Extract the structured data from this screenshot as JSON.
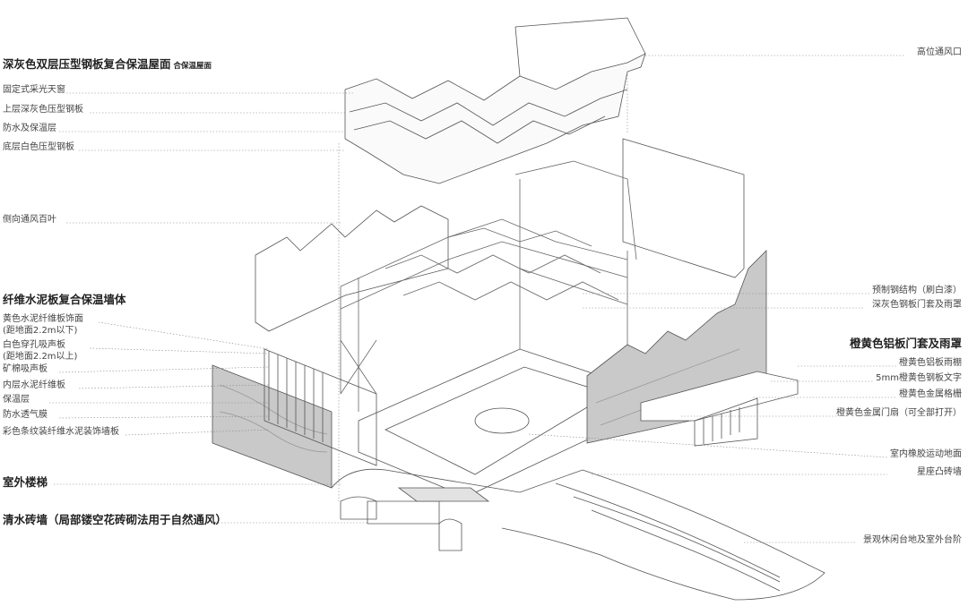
{
  "title": "Exploded axonometric diagram",
  "left_labels": {
    "roof_title": "深灰色双层压型钢板复合保温屋面",
    "roof_title_suffix": "合保温屋面",
    "skylight": "固定式采光天窗",
    "upper_steel": "上层深灰色压型钢板",
    "waterproof_insulation": "防水及保温层",
    "lower_steel": "底层白色压型钢板",
    "louver": "侧向通风百叶",
    "wall_title": "纤维水泥板复合保温墙体",
    "yellow_board": "黄色水泥纤维板饰面",
    "yellow_board_note": "(距地面2.2m以下)",
    "perforated_board": "白色穿孔吸声板",
    "perforated_board_note": "(距地面2.2m以上)",
    "mineral_wool": "矿棉吸声板",
    "inner_board": "内层水泥纤维板",
    "insulation": "保温层",
    "membrane": "防水透气膜",
    "deco_panel": "彩色条纹装纤维水泥装饰墙板",
    "stair": "室外楼梯",
    "brick_wall": "清水砖墙（局部镂空花砖砌法用于自然通风）"
  },
  "right_labels": {
    "high_vent": "高位通风口",
    "steel_structure": "预制钢结构（刷白漆）",
    "grey_door": "深灰色钢板门套及雨罩",
    "orange_title": "橙黄色铝板门套及雨罩",
    "orange_canopy": "橙黄色铝板雨棚",
    "steel_letters": "5mm橙黄色钢板文字",
    "orange_grille": "橙黄色金属格栅",
    "orange_door": "橙黄色金属门扇（可全部打开）",
    "rubber_floor": "室内橡胶运动地面",
    "brick_star": "星座凸砖墙",
    "landscape": "景观休闲台地及室外台阶"
  },
  "colors": {
    "line": "#555555",
    "panel": "#bdbdbd",
    "leader": "#888888"
  }
}
